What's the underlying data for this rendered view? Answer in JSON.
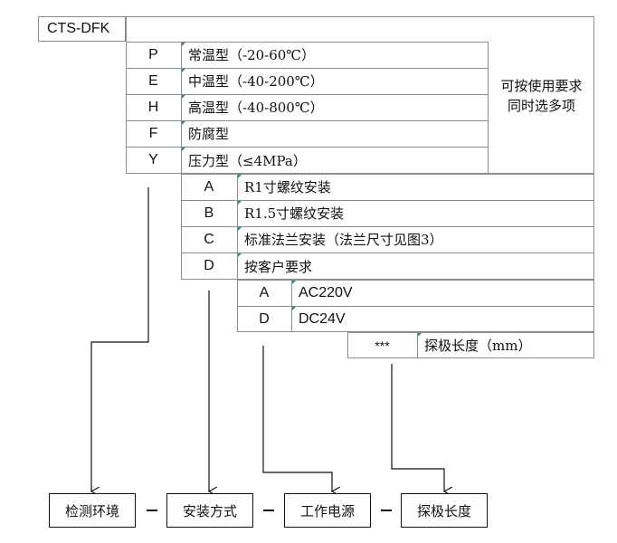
{
  "model": "CTS-DFK",
  "environment": {
    "rows": [
      {
        "code": "P",
        "label": "常温型（-20-60℃）"
      },
      {
        "code": "E",
        "label": "中温型（-40-200℃）"
      },
      {
        "code": "H",
        "label": "高温型（-40-800℃）"
      },
      {
        "code": "F",
        "label": "防腐型"
      },
      {
        "code": "Y",
        "label": "压力型（≤4MPa）"
      }
    ],
    "note_line1": "可按使用要求",
    "note_line2": "同时选多项"
  },
  "mounting": {
    "rows": [
      {
        "code": "A",
        "label": "R1寸螺纹安装"
      },
      {
        "code": "B",
        "label": "R1.5寸螺纹安装"
      },
      {
        "code": "C",
        "label": "标准法兰安装（法兰尺寸见图3）"
      },
      {
        "code": "D",
        "label": "按客户要求"
      }
    ]
  },
  "power": {
    "rows": [
      {
        "code": "A",
        "label": "AC220V"
      },
      {
        "code": "D",
        "label": "DC24V"
      }
    ]
  },
  "probe": {
    "code": "***",
    "label": "探极长度（mm）"
  },
  "bottom": {
    "environment": "检测环境",
    "mounting": "安装方式",
    "power": "工作电源",
    "probe": "探极长度"
  },
  "colors": {
    "border": "#8c8c8c",
    "tick": "#2e9b3a",
    "text": "#111111"
  }
}
